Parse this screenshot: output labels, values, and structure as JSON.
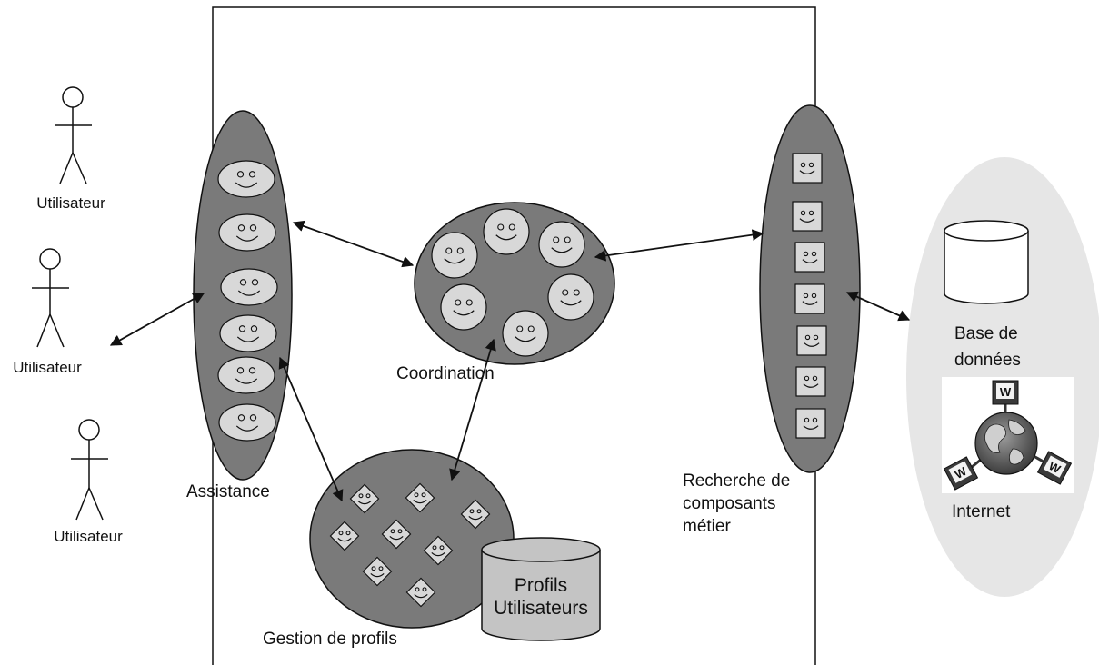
{
  "colors": {
    "group_fill": "#7a7a7a",
    "agent_fill": "#d8d8d8",
    "background_region": "#e6e6e6",
    "database_fill": "#c4c4c4",
    "stroke": "#111111"
  },
  "actors": {
    "top": "Utilisateur",
    "middle": "Utilisateur",
    "bottom": "Utilisateur"
  },
  "groups": {
    "assistance": "Assistance",
    "coordination": "Coordination",
    "profiles": "Gestion de profils",
    "search_line1": "Recherche de",
    "search_line2": "composants",
    "search_line3": "métier"
  },
  "storage": {
    "profiles_db_line1": "Profils",
    "profiles_db_line2": "Utilisateurs",
    "database_line1": "Base de",
    "database_line2": "données",
    "internet": "Internet",
    "internet_node_letter": "W"
  },
  "icons": {
    "actor": "stick-figure-icon",
    "agent_oval": "smiley-oval-icon",
    "agent_round": "smiley-circle-icon",
    "agent_diamond": "smiley-diamond-icon",
    "agent_square": "smiley-square-icon",
    "database": "database-cylinder-icon",
    "internet": "globe-network-icon"
  }
}
